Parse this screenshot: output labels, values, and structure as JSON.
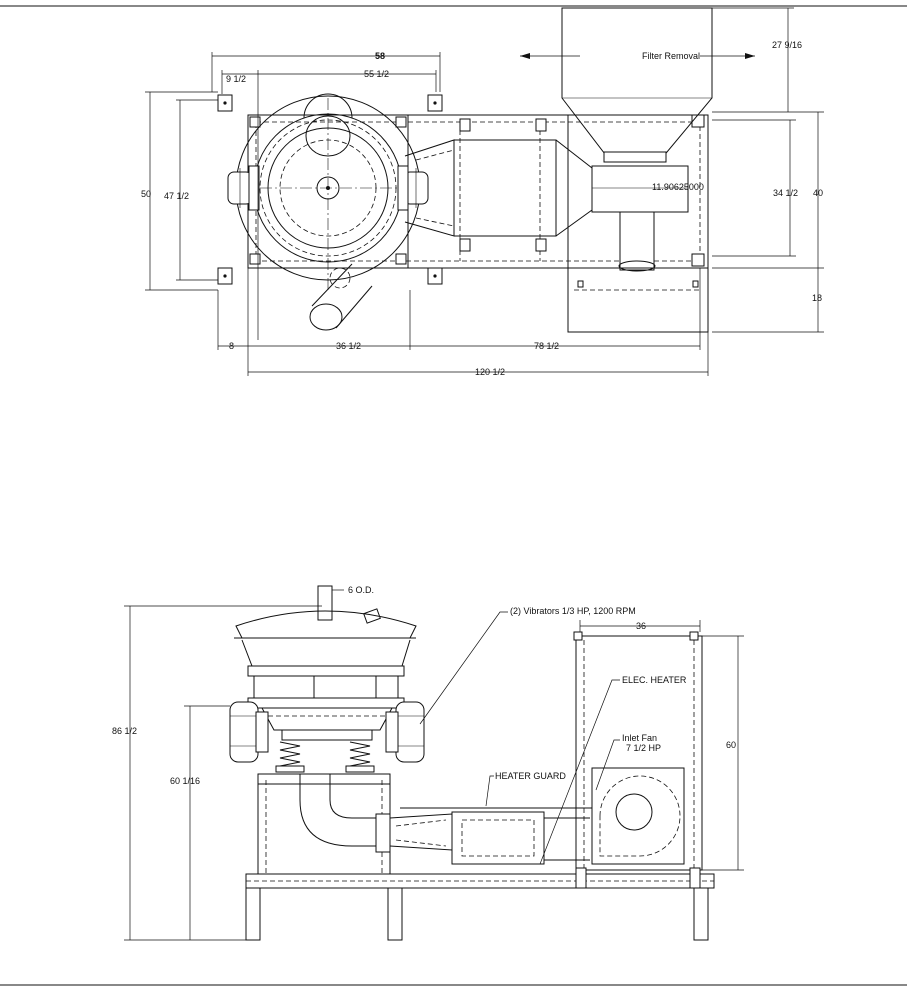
{
  "plan_view": {
    "dims": {
      "d58": "58",
      "d55_half": "55 1/2",
      "d9_half": "9 1/2",
      "d50": "50",
      "d47_half": "47 1/2",
      "d8": "8",
      "d36_half": "36 1/2",
      "d78_half": "78 1/2",
      "d120_half": "120 1/2",
      "d27_9_16": "27 9/16",
      "d34_half": "34 1/2",
      "d40": "40",
      "d18": "18"
    },
    "notes": {
      "filter_removal": "Filter Removal",
      "coord": "11.90625000"
    }
  },
  "elevation_view": {
    "dims": {
      "d6_od": "6 O.D.",
      "d36": "36",
      "d86_half": "86 1/2",
      "d60_1_16": "60 1/16",
      "d60": "60"
    },
    "callouts": {
      "vibrators": "(2) Vibrators 1/3 HP, 1200 RPM",
      "heater": "ELEC. HEATER",
      "inlet_fan_1": "Inlet Fan",
      "inlet_fan_2": "7 1/2 HP",
      "heater_guard": "HEATER GUARD"
    }
  },
  "colors": {
    "ink": "#111111",
    "paper": "#ffffff"
  }
}
